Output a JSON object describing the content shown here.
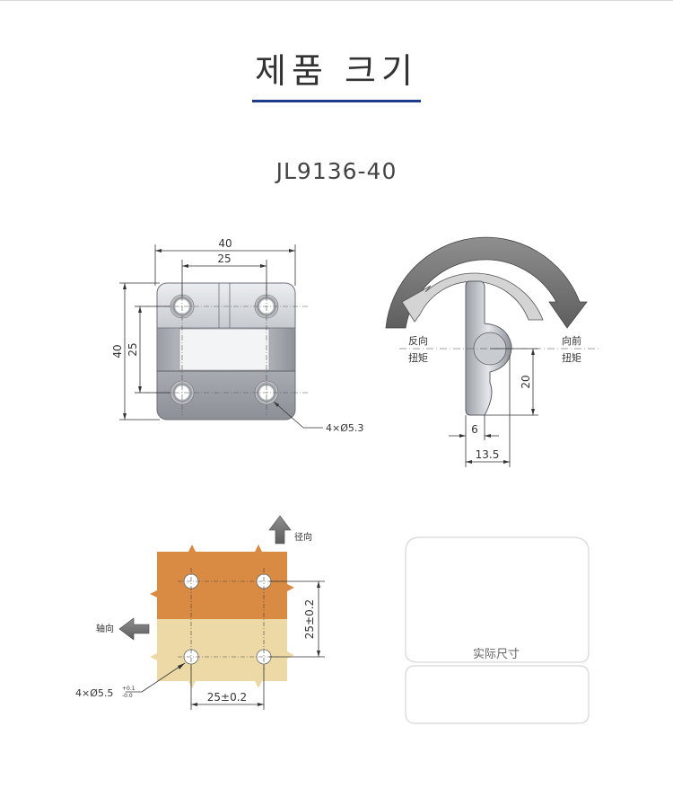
{
  "header": {
    "title": "제품 크기",
    "model": "JL9136-40"
  },
  "front_view": {
    "width_outer": "40",
    "width_inner": "25",
    "height_outer": "40",
    "height_inner": "25",
    "hole_note": "4×Ø5.3"
  },
  "side_view": {
    "reverse_line1": "反向",
    "reverse_line2": "扭矩",
    "forward_line1": "向前",
    "forward_line2": "扭矩",
    "height": "20",
    "thickness": "6",
    "depth": "13.5"
  },
  "mounting_view": {
    "radial_label": "径向",
    "axial_label": "轴向",
    "vertical_dim": "25±0.2",
    "horizontal_dim": "25±0.2",
    "hole_note": "4×Ø5.5",
    "hole_tol_upper": "+0.1",
    "hole_tol_lower": "-0.0"
  },
  "placeholder": {
    "label": "实际尺寸"
  },
  "colors": {
    "accent_rule": "#1e3a8a",
    "plate_top": "#d98a43",
    "plate_bottom": "#ecd9a6",
    "metal": "#b9bcc2"
  }
}
